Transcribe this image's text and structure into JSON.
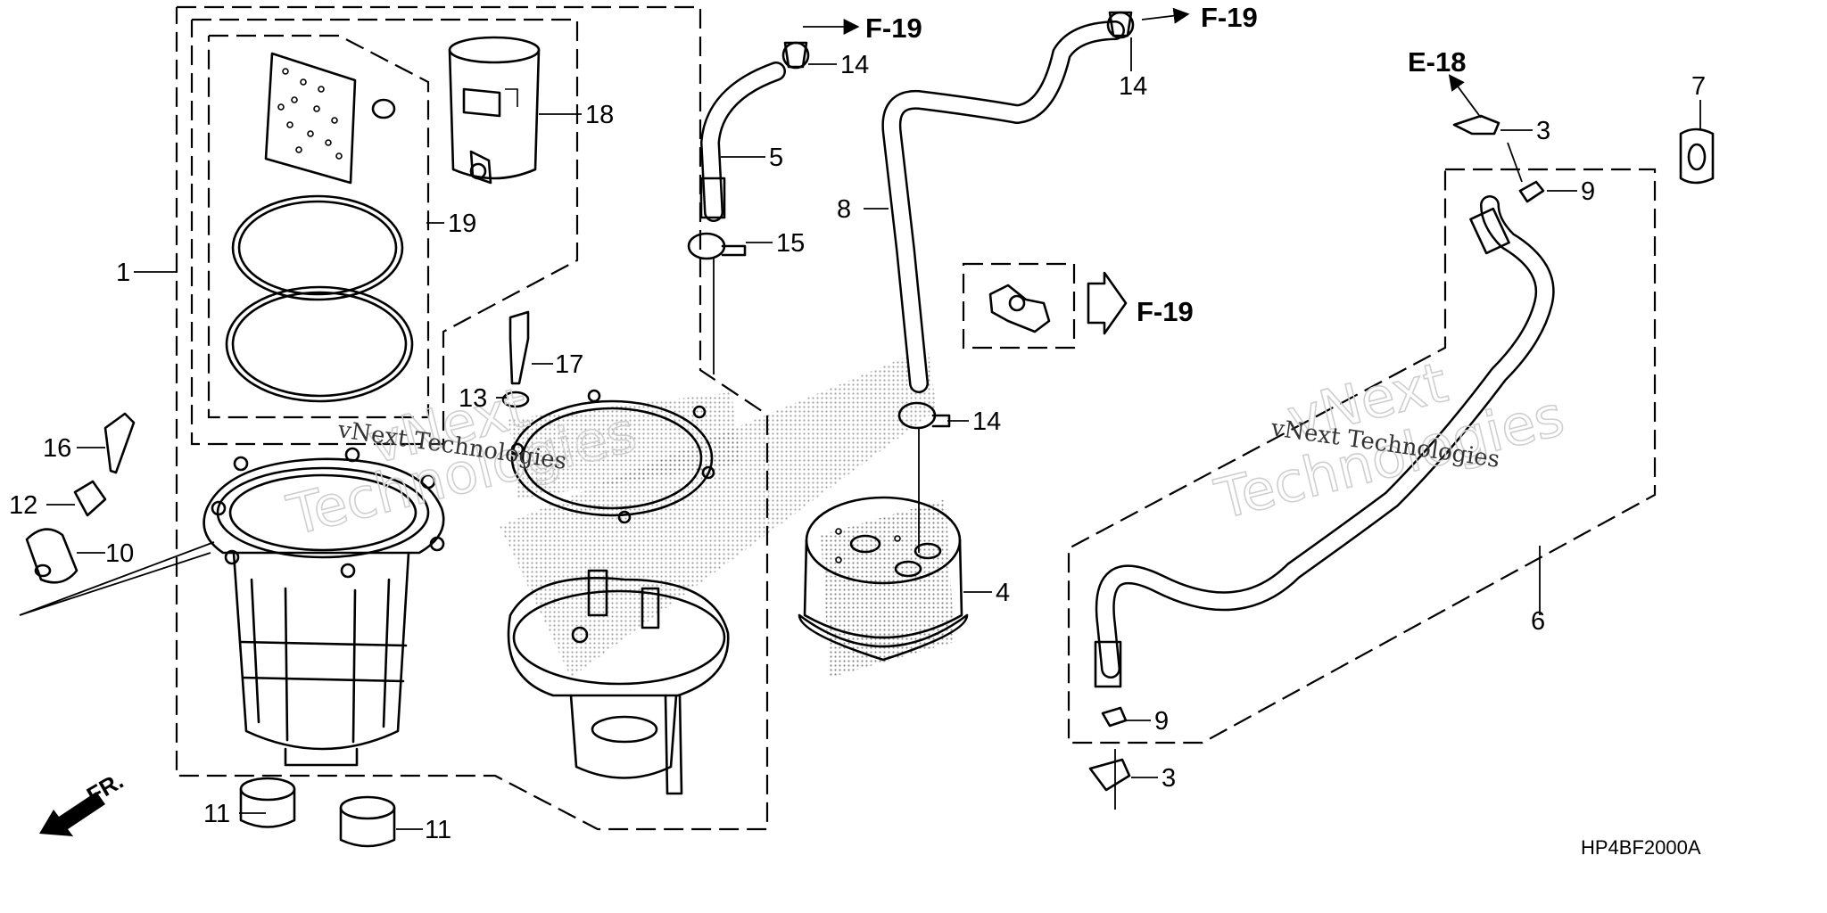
{
  "callouts": {
    "p1": "1",
    "p3a": "3",
    "p3b": "3",
    "p4": "4",
    "p5": "5",
    "p6": "6",
    "p7": "7",
    "p8": "8",
    "p9a": "9",
    "p9b": "9",
    "p10": "10",
    "p11a": "11",
    "p11b": "11",
    "p12": "12",
    "p13": "13",
    "p14a": "14",
    "p14b": "14",
    "p14c": "14",
    "p15": "15",
    "p16": "16",
    "p17": "17",
    "p18": "18",
    "p19": "19"
  },
  "references": {
    "f19_top_left": "F-19",
    "f19_top_right": "F-19",
    "f19_box": "F-19",
    "e18": "E-18"
  },
  "watermarks": {
    "brand_line1": "vNext",
    "brand_line2": "Technologies",
    "caption": "vNext Technologies"
  },
  "orientation_label": "FR.",
  "diagram_code": "HP4BF2000A"
}
